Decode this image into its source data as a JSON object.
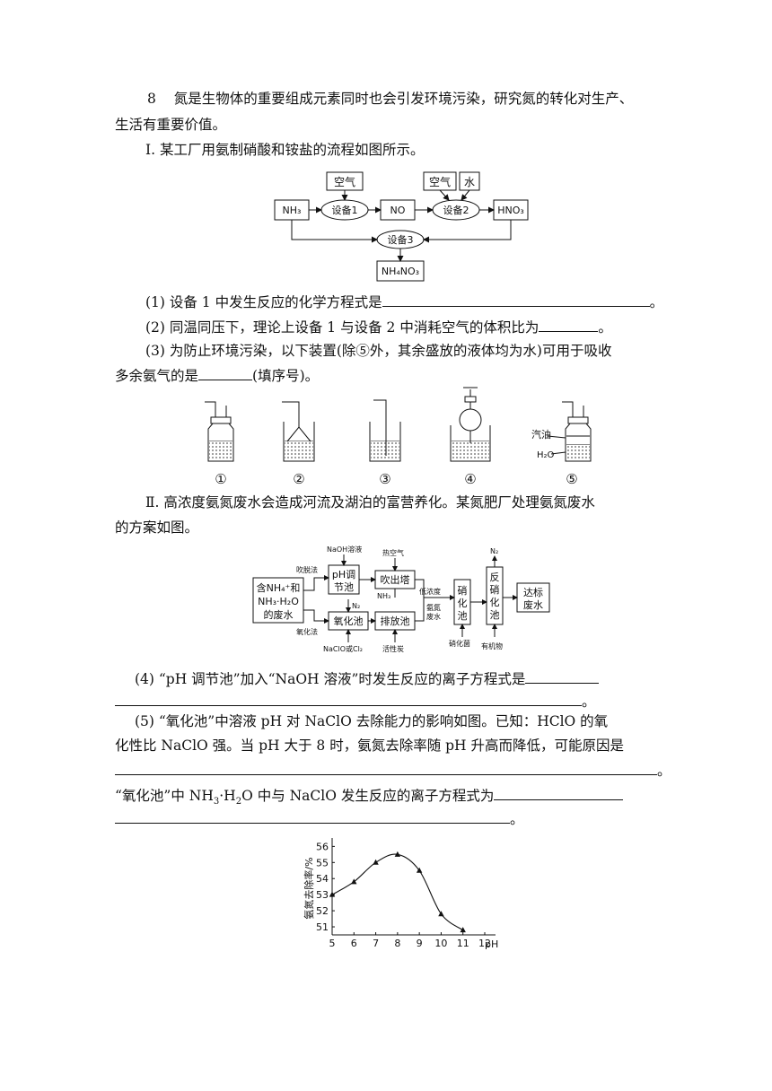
{
  "question": {
    "number": "8",
    "intro_l1": "氮是生物体的重要组成元素同时也会引发环境污染，研究氮的转化对生产、",
    "intro_l2": "生活有重要价值。",
    "part1_title": "Ⅰ. 某工厂用氨制硝酸和铵盐的流程如图所示。",
    "q1": "(1)  设备 1 中发生反应的化学方程式是",
    "q1_end": "。",
    "q2": "(2)  同温同压下，理论上设备 1 与设备 2 中消耗空气的体积比为",
    "q2_end": "。",
    "q3_l1": "(3)  为防止环境污染，以下装置(除⑤外，其余盛放的液体均为水)可用于吸收",
    "q3_l2a": "多余氨气的是",
    "q3_l2b": "(填序号)。",
    "part2_l1": "Ⅱ. 高浓度氨氮废水会造成河流及湖泊的富营养化。某氮肥厂处理氨氮废水",
    "part2_l2": "的方案如图。",
    "q4_l1": "(4) “pH 调节池”加入“NaOH 溶液”时发生反应的离子方程式是",
    "q4_end": "。",
    "q5_l1": "(5) “氧化池”中溶液 pH 对 NaClO 去除能力的影响如图。已知：HClO 的氧",
    "q5_l2": "化性比 NaClO 强。当 pH 大于 8 时，氨氮去除率随 pH 升高而降低，可能原因是",
    "q5_end": "。",
    "q6_l1a": "“氧化池”中 NH",
    "q6_sub": "3",
    "q6_l1b": "·H",
    "q6_sub2": "2",
    "q6_l1c": "O 中与 NaClO 发生反应的离子方程式为",
    "q6_end": "。"
  },
  "flow1": {
    "air1": "空气",
    "air2": "空气",
    "water": "水",
    "nh3": "NH₃",
    "dev1": "设备1",
    "no": "NO",
    "dev2": "设备2",
    "hno3": "HNO₃",
    "dev3": "设备3",
    "nh4no3": "NH₄NO₃"
  },
  "apparatus": {
    "labels": [
      "①",
      "②",
      "③",
      "④",
      "⑤"
    ],
    "oil": "汽油",
    "water": "H₂O"
  },
  "flow2": {
    "naoh": "NaOH溶液",
    "hot_air": "热空气",
    "n2_top": "N₂",
    "blow_method": "吹脱法",
    "ox_method": "氧化法",
    "source_l1": "含NH₄⁺和",
    "source_l2": "NH₃·H₂O",
    "source_l3": "的废水",
    "ph_pool_l1": "pH调",
    "ph_pool_l2": "节池",
    "tower": "吹出塔",
    "nh3_out": "NH₃",
    "n2_mid": "N₂",
    "ox_pool": "氧化池",
    "discharge": "排放池",
    "low_conc": "低浓度",
    "waste_l1": "氨氮",
    "waste_l2": "废水",
    "nitri": [
      "硝",
      "化",
      "池"
    ],
    "denitri": [
      "反",
      "硝",
      "化",
      "池"
    ],
    "standard_l1": "达标",
    "standard_l2": "废水",
    "naclo": "NaClO或Cl₂",
    "carbon": "活性炭",
    "bacteria": "硝化菌",
    "organic": "有机物"
  },
  "chart_data": {
    "type": "line",
    "xlabel": "pH",
    "ylabel": "氨氮去除率/%",
    "x_ticks": [
      "5",
      "6",
      "7",
      "8",
      "9",
      "10",
      "11",
      "12"
    ],
    "y_ticks": [
      "51",
      "52",
      "53",
      "54",
      "55",
      "56"
    ],
    "xlim": [
      5,
      12
    ],
    "ylim": [
      50.5,
      56.3
    ],
    "marker": "triangle",
    "series": [
      {
        "x": [
          5,
          6,
          7,
          8,
          9,
          10,
          11
        ],
        "y": [
          53.0,
          53.8,
          55.0,
          55.5,
          54.5,
          51.8,
          50.8
        ]
      }
    ]
  }
}
